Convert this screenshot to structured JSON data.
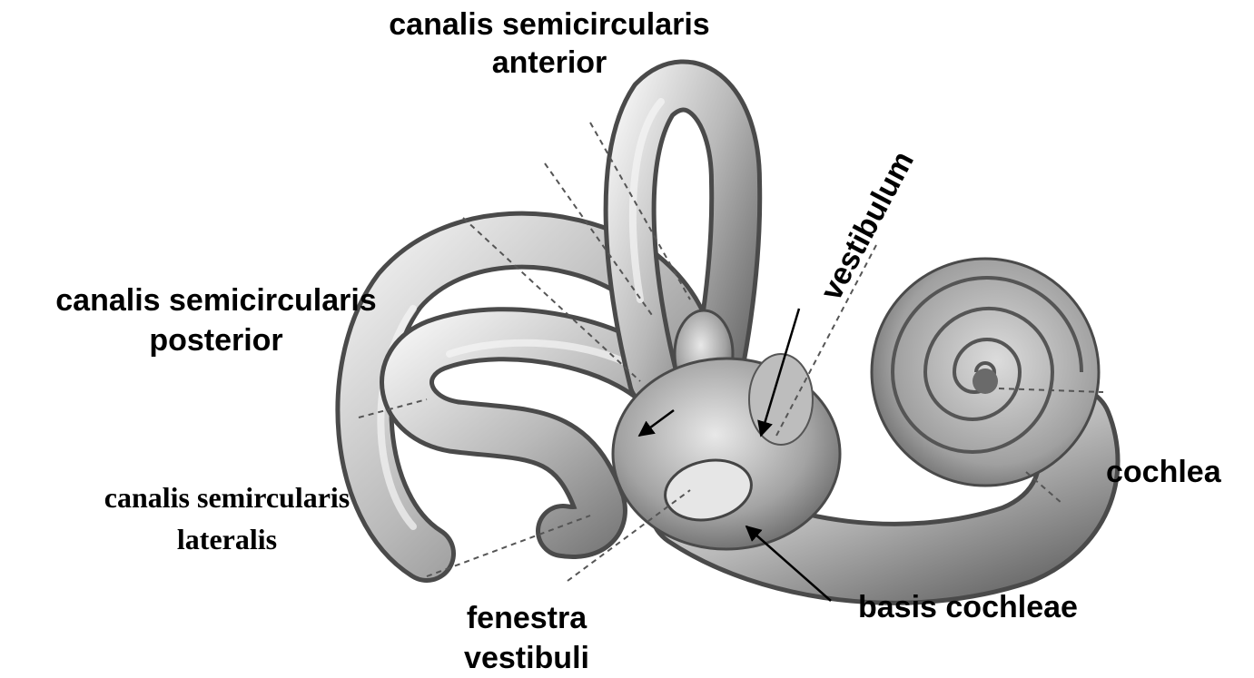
{
  "labels": {
    "canalis_anterior_line1": "canalis semicircularis",
    "canalis_anterior_line2": "anterior",
    "canalis_posterior_line1": "canalis semicircularis",
    "canalis_posterior_line2": "posterior",
    "canalis_lateralis_line1": "canalis semircularis",
    "canalis_lateralis_line2": "lateralis",
    "vestibulum": "vestibulum",
    "cochlea": "cochlea",
    "fenestra_line1": "fenestra",
    "fenestra_line2": "vestibuli",
    "basis_cochleae": "basis cochleae"
  },
  "colors": {
    "text": "#000000",
    "background": "#ffffff",
    "structure_light": "#e4e4e4",
    "structure_mid": "#a8a8a8",
    "structure_dark": "#4a4a4a"
  }
}
